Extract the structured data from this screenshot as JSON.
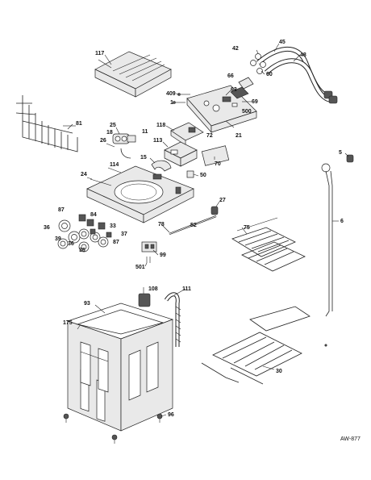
{
  "labels": {
    "l117": "117",
    "l42": "42",
    "l45": "45",
    "l48": "48",
    "l60": "60",
    "l409": "409",
    "l63": "63",
    "l66": "66",
    "l69": "69",
    "l1": "1",
    "l500": "500",
    "l81": "81",
    "l25": "25",
    "l18": "18",
    "l11": "11",
    "l26": "26",
    "l118": "118",
    "l72": "72",
    "l21": "21",
    "l113": "113",
    "l15": "15",
    "l70": "70",
    "l5": "5",
    "l114": "114",
    "l24": "24",
    "l50": "50",
    "l27": "27",
    "l87a": "87",
    "l84": "84",
    "l52": "52",
    "l36a": "36",
    "l33": "33",
    "l78": "78",
    "l75": "75",
    "l6": "6",
    "l39": "39",
    "l36b": "36",
    "l37": "37",
    "l87b": "87",
    "l36c": "36",
    "l99": "99",
    "l501": "501",
    "l108": "108",
    "l111": "111",
    "l93": "93",
    "l175": "175",
    "l30": "30",
    "l96": "96"
  },
  "diagram_code": "AW-877"
}
